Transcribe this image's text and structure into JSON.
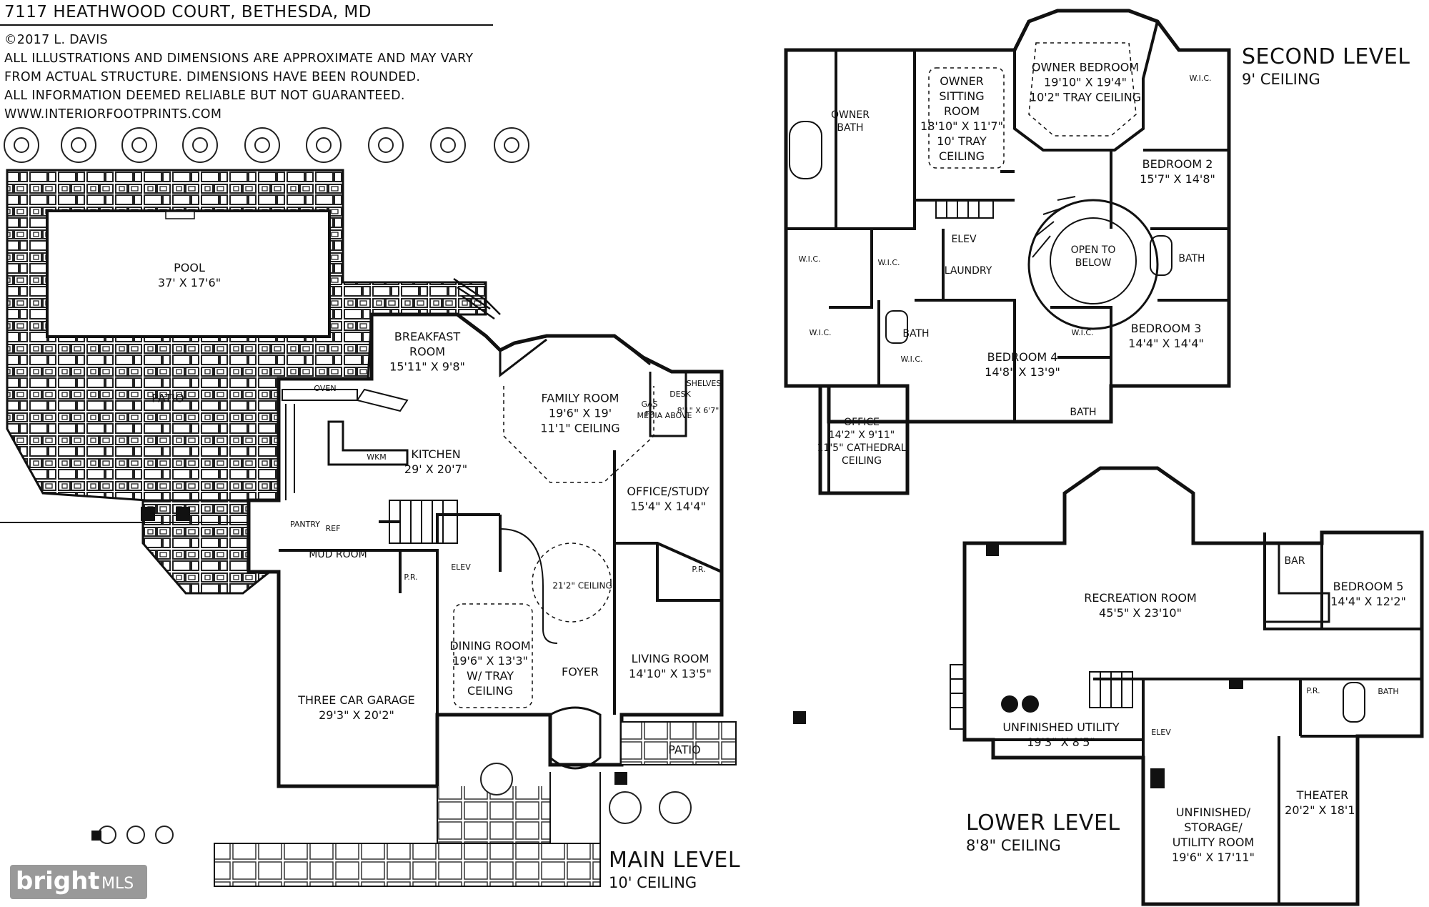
{
  "header": {
    "address": "7117 HEATHWOOD COURT, BETHESDA, MD",
    "notes": [
      "©2017 L. DAVIS",
      "ALL ILLUSTRATIONS AND DIMENSIONS ARE APPROXIMATE AND MAY VARY",
      "FROM ACTUAL STRUCTURE. DIMENSIONS HAVE BEEN ROUNDED.",
      "ALL INFORMATION DEEMED RELIABLE BUT NOT GUARANTEED.",
      "WWW.INTERIORFOOTPRINTS.COM"
    ]
  },
  "levels": {
    "main": {
      "title": "MAIN LEVEL",
      "ceiling": "10' CEILING"
    },
    "second": {
      "title": "SECOND LEVEL",
      "ceiling": "9' CEILING"
    },
    "lower": {
      "title": "LOWER LEVEL",
      "ceiling": "8'8\" CEILING"
    }
  },
  "rooms": {
    "pool": {
      "name": "POOL",
      "dims": "37' X 17'6\""
    },
    "patio_main": {
      "name": "PATIO"
    },
    "breakfast": {
      "name": "BREAKFAST",
      "name2": "ROOM",
      "dims": "15'11\" X 9'8\""
    },
    "kitchen": {
      "name": "KITCHEN",
      "dims": "29' X 20'7\""
    },
    "family": {
      "name": "FAMILY ROOM",
      "dims": "19'6\" X 19'",
      "extra": "11'1\" CEILING"
    },
    "office_study": {
      "name": "OFFICE/STUDY",
      "dims": "15'4\" X 14'4\""
    },
    "mud": {
      "name": "MUD ROOM"
    },
    "pantry": {
      "name": "PANTRY"
    },
    "ref": {
      "name": "REF"
    },
    "pr_main1": {
      "name": "P.R."
    },
    "pr_main2": {
      "name": "P.R."
    },
    "elev_main": {
      "name": "ELEV"
    },
    "foyer_ceiling": {
      "name": "21'2\" CEILING"
    },
    "dining": {
      "name": "DINING ROOM",
      "dims": "19'6\" X 13'3\"",
      "extra": "W/ TRAY",
      "extra2": "CEILING"
    },
    "foyer": {
      "name": "FOYER"
    },
    "living": {
      "name": "LIVING ROOM",
      "dims": "14'10\" X 13'5\""
    },
    "garage": {
      "name": "THREE CAR GARAGE",
      "dims": "29'3\" X 20'2\""
    },
    "patio_front": {
      "name": "PATIO"
    },
    "shelves_main": {
      "name": "SHELVES"
    },
    "desk": {
      "name": "DESK"
    },
    "media": {
      "name": "MEDIA ABOVE"
    },
    "gas_ff": {
      "name": "GAS",
      "name2": "FP"
    },
    "nook": {
      "name": "8'1\" X 6'7\""
    },
    "wkm": {
      "name": "WKM"
    },
    "oven": {
      "name": "OVEN"
    },
    "owner_bath": {
      "name": "OWNER",
      "name2": "BATH"
    },
    "owner_sitting": {
      "name": "OWNER",
      "name2": "SITTING",
      "name3": "ROOM",
      "dims": "18'10\" X 11'7\"",
      "extra": "10' TRAY",
      "extra2": "CEILING"
    },
    "owner_bedroom": {
      "name": "OWNER BEDROOM",
      "dims": "19'10\" X 19'4\"",
      "extra": "10'2\" TRAY CEILING"
    },
    "bedroom2": {
      "name": "BEDROOM 2",
      "dims": "15'7\" X 14'8\""
    },
    "wic_2a": {
      "name": "W.I.C."
    },
    "wic_2b": {
      "name": "W.I.C."
    },
    "wic_2c": {
      "name": "W.I.C."
    },
    "wic_2d": {
      "name": "W.I.C."
    },
    "wic_2e": {
      "name": "W.I.C."
    },
    "wic_2f": {
      "name": "W.I.C."
    },
    "elev_2": {
      "name": "ELEV"
    },
    "laundry": {
      "name": "LAUNDRY"
    },
    "open_below": {
      "name": "OPEN TO",
      "name2": "BELOW"
    },
    "bath_2a": {
      "name": "BATH"
    },
    "bath_2b": {
      "name": "BATH"
    },
    "bath_2c": {
      "name": "BATH"
    },
    "bedroom3": {
      "name": "BEDROOM 3",
      "dims": "14'4\" X 14'4\""
    },
    "bedroom4": {
      "name": "BEDROOM 4",
      "dims": "14'8\" X 13'9\""
    },
    "office_2": {
      "name": "OFFICE",
      "dims": "14'2\" X 9'11\"",
      "extra": "11'5\" CATHEDRAL",
      "extra2": "CEILING"
    },
    "recreation": {
      "name": "RECREATION ROOM",
      "dims": "45'5\" X 23'10\""
    },
    "bar": {
      "name": "BAR"
    },
    "bedroom5": {
      "name": "BEDROOM 5",
      "dims": "14'4\" X 12'2\""
    },
    "pr_lower": {
      "name": "P.R."
    },
    "bath_lower": {
      "name": "BATH"
    },
    "unfinished_utility": {
      "name": "UNFINISHED UTILITY",
      "dims": "19'3\" X 8'5\""
    },
    "elev_lower": {
      "name": "ELEV"
    },
    "storage": {
      "name": "UNFINISHED/",
      "name2": "STORAGE/",
      "name3": "UTILITY ROOM",
      "dims": "19'6\" X 17'11\""
    },
    "theater": {
      "name": "THEATER",
      "dims": "20'2\" X 18'1\""
    }
  },
  "watermark": {
    "brand": "bright",
    "suffix": "MLS"
  }
}
